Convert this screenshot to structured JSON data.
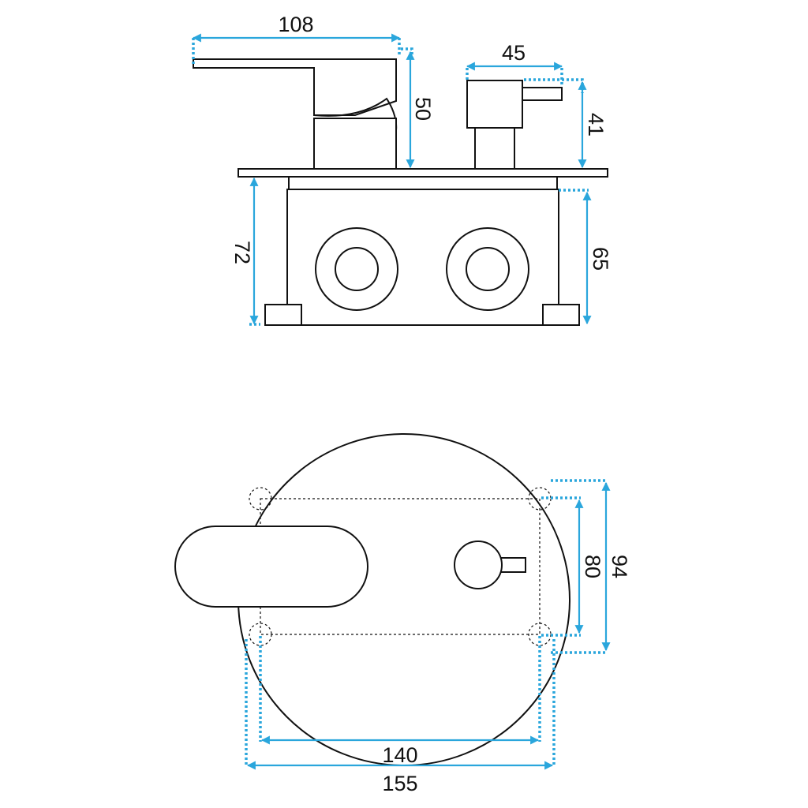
{
  "colors": {
    "dimension": "#2aa6dc",
    "outline": "#111111",
    "background": "#ffffff"
  },
  "dimensions": {
    "handle_length": "108",
    "lever_height": "50",
    "diverter_width": "45",
    "diverter_height": "41",
    "body_depth": "72",
    "box_height": "65",
    "fixing_height_inner": "80",
    "fixing_height_outer": "94",
    "fixing_width_inner": "140",
    "fixing_width_outer": "155"
  }
}
